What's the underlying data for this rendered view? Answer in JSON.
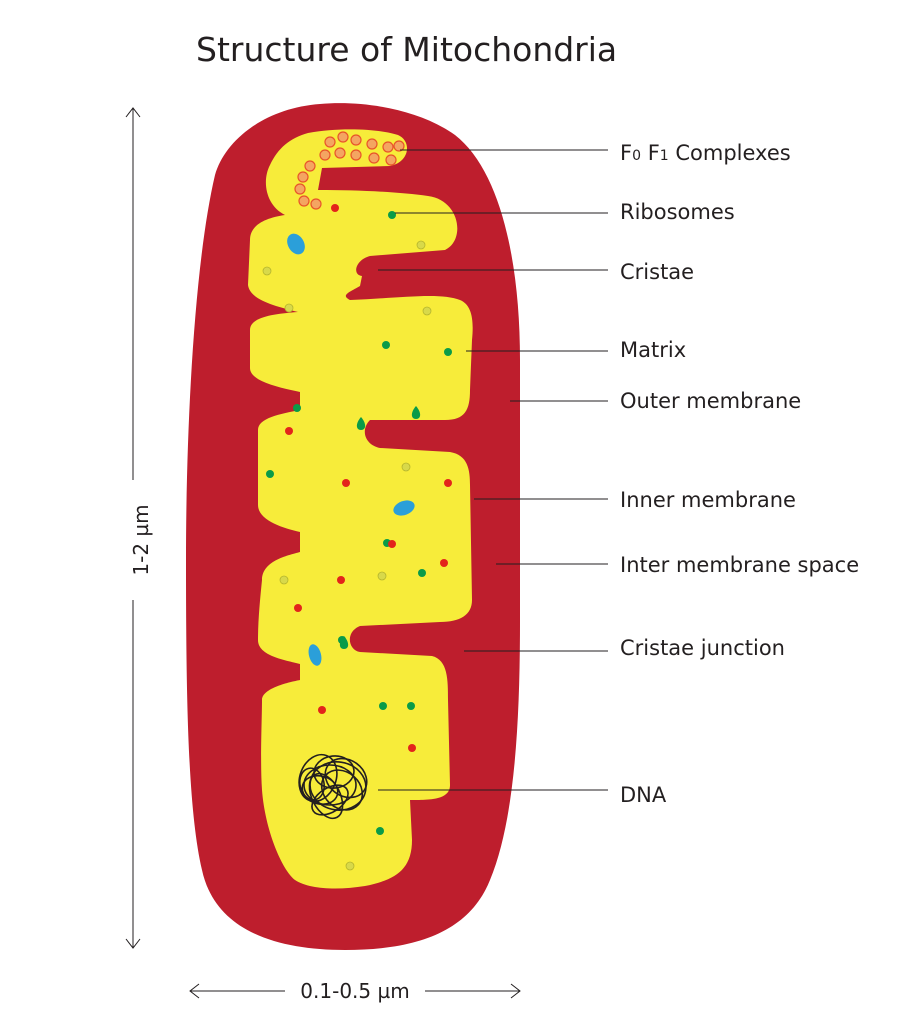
{
  "title": "Structure of Mitochondria",
  "labels": {
    "f0f1_prefix": "F",
    "f0_sub": "0",
    "f1_mid": " F",
    "f1_sub": "1",
    "f0f1_suffix": " Complexes",
    "ribosomes": "Ribosomes",
    "cristae": "Cristae",
    "matrix": "Matrix",
    "outer_membrane": "Outer membrane",
    "inner_membrane": "Inner membrane",
    "inter_membrane_space": "Inter membrane space",
    "cristae_junction": "Cristae junction",
    "dna": "DNA"
  },
  "dimensions": {
    "height": "1-2 µm",
    "width": "0.1-0.5 µm"
  },
  "colors": {
    "outer": "#be1e2d",
    "matrix": "#f7ec3a",
    "ribosome_green": "#0a9b48",
    "ribosome_red": "#e3241b",
    "granule_blue": "#2b9fd9",
    "granule_yellow": "#d8d94a",
    "complex": "#f4a561",
    "complex_stroke": "#e8542a",
    "dna": "#231f20"
  }
}
